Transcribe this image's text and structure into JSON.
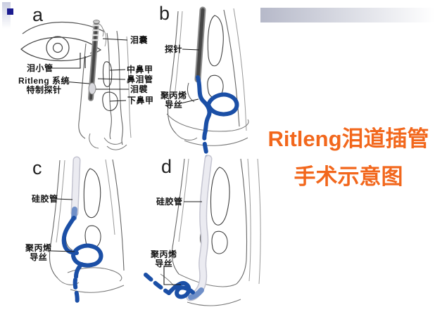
{
  "slide": {
    "title": {
      "line1": "Ritleng泪道插管",
      "line2": "手术示意图"
    }
  },
  "panels": {
    "a": {
      "letter": "a",
      "labels": {
        "lacrimal_sac": "泪囊",
        "canaliculus": "泪小管",
        "ritleng_line1": "Ritleng 系统",
        "ritleng_line2": "特制探针",
        "middle_turbinate": "中鼻甲",
        "nasolacrimal_duct": "鼻泪管",
        "lacrimal_fold": "泪襞",
        "inferior_turbinate": "下鼻甲"
      }
    },
    "b": {
      "letter": "b",
      "labels": {
        "probe": "探针",
        "wire_line1": "聚丙烯",
        "wire_line2": "导丝"
      }
    },
    "c": {
      "letter": "c",
      "labels": {
        "silicone_tube": "硅胶管",
        "wire_line1": "聚丙烯",
        "wire_line2": "导丝"
      }
    },
    "d": {
      "letter": "d",
      "labels": {
        "silicone_tube": "硅胶管",
        "wire_line1": "聚丙烯",
        "wire_line2": "导丝"
      }
    }
  },
  "colors": {
    "title_orange": "#f2671c",
    "wire_blue": "#1b4fa6",
    "probe_gray": "#474747",
    "tube_gray": "#e9e9ef",
    "decor_navy": "#1b1b8f",
    "decor_bar_gray": "#b6b9c9"
  }
}
